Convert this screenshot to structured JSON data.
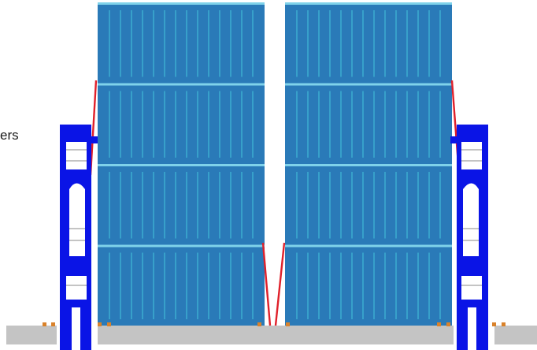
{
  "labels": {
    "partial_text": "ers"
  },
  "colors": {
    "container_fill": "#2a7ab8",
    "container_ridge": "#3fb6d4",
    "container_edge": "#7fd2ea",
    "frame_blue": "#0a14e6",
    "lashing_red": "#e0202a",
    "deck_grey": "#c4c4c4",
    "fitting_orange": "#d9822b",
    "rung_grey": "#8a8a8a"
  },
  "stack": {
    "rows_per_stack": 4,
    "stacks": 2
  }
}
